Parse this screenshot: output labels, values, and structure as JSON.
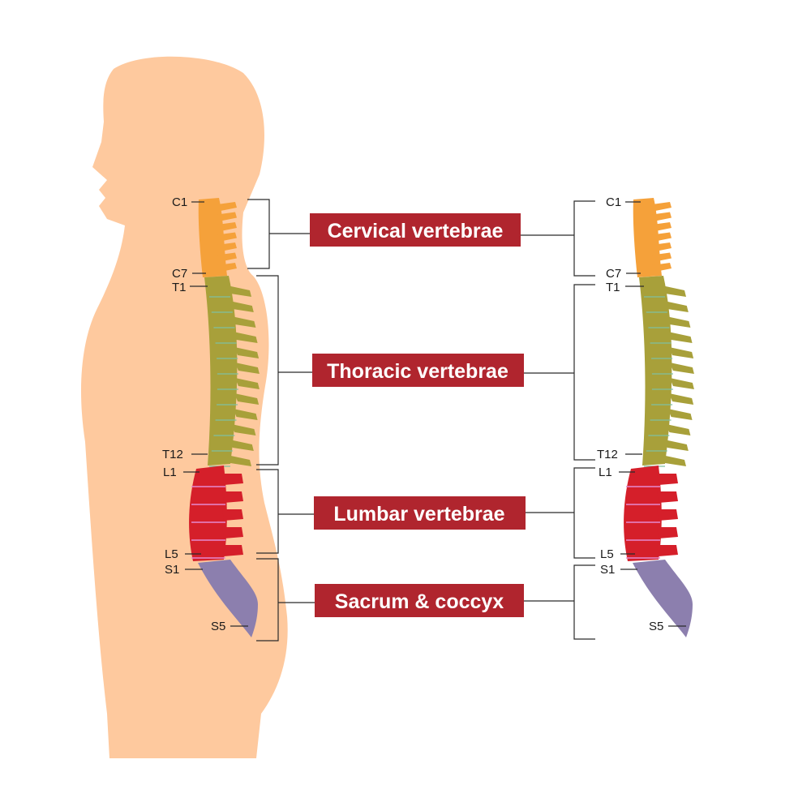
{
  "regions": [
    {
      "id": "cervical",
      "label": "Cervical vertebrae",
      "color": "#f5a13a",
      "top_label": "C1",
      "bottom_label": "C7"
    },
    {
      "id": "thoracic",
      "label": "Thoracic vertebrae",
      "color": "#a8a03a",
      "top_label": "T1",
      "bottom_label": "T12"
    },
    {
      "id": "lumbar",
      "label": "Lumbar vertebrae",
      "color": "#d51f2a",
      "top_label": "L1",
      "bottom_label": "L5"
    },
    {
      "id": "sacrum",
      "label": "Sacrum & coccyx",
      "color": "#8c7fae",
      "top_label": "S1",
      "bottom_label": "S5"
    }
  ],
  "colors": {
    "skin": "#fec99e",
    "label_bg": "#b0252e",
    "label_text": "#ffffff",
    "disc": "#7fbfa0",
    "lumbar_disc": "#e58ad0"
  }
}
